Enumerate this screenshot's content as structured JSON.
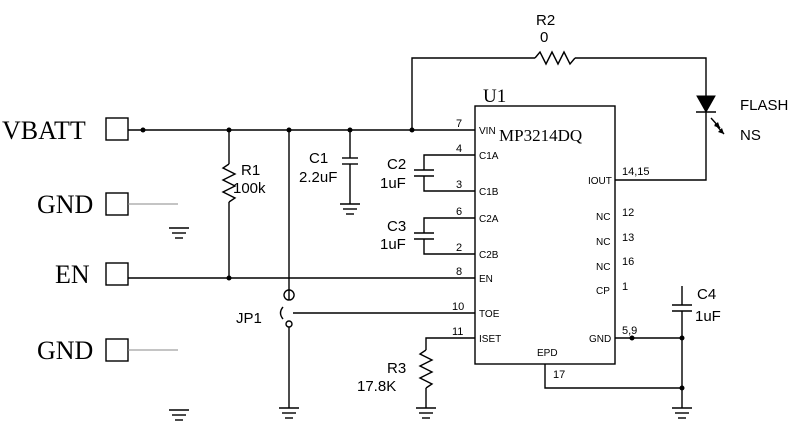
{
  "terminals": {
    "vbatt": "VBATT",
    "gnd1": "GND",
    "en": "EN",
    "gnd2": "GND"
  },
  "ic": {
    "ref": "U1",
    "part": "MP3214DQ",
    "pins": {
      "vin": "VIN",
      "c1a": "C1A",
      "c1b": "C1B",
      "c2a": "C2A",
      "c2b": "C2B",
      "en": "EN",
      "toe": "TOE",
      "iset": "ISET",
      "iout": "IOUT",
      "nc1": "NC",
      "nc2": "NC",
      "nc3": "NC",
      "cp": "CP",
      "gnd": "GND",
      "epd": "EPD"
    },
    "pin_numbers": {
      "vin": "7",
      "c1a": "4",
      "c1b": "3",
      "c2a": "6",
      "c2b": "2",
      "en": "8",
      "toe": "10",
      "iset": "11",
      "iout": "14,15",
      "nc1": "12",
      "nc2": "13",
      "nc3": "16",
      "cp": "1",
      "gnd": "5,9",
      "epd": "17"
    }
  },
  "components": {
    "r1": {
      "ref": "R1",
      "value": "100k"
    },
    "r2": {
      "ref": "R2",
      "value": "0"
    },
    "r3": {
      "ref": "R3",
      "value": "17.8K"
    },
    "c1": {
      "ref": "C1",
      "value": "2.2uF"
    },
    "c2": {
      "ref": "C2",
      "value": "1uF"
    },
    "c3": {
      "ref": "C3",
      "value": "1uF"
    },
    "c4": {
      "ref": "C4",
      "value": "1uF"
    },
    "jp1": {
      "ref": "JP1"
    },
    "led": {
      "label1": "FLASH",
      "label2": "NS"
    }
  }
}
